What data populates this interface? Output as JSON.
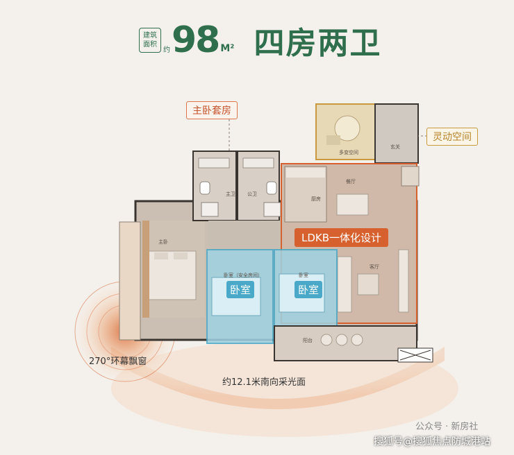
{
  "header": {
    "area_label_line1": "建筑",
    "area_label_line2": "面积",
    "area_approx": "约",
    "area_value": "98",
    "area_unit": "M²",
    "layout_title": "四房两卫"
  },
  "tags": {
    "master_suite": "主卧套房",
    "flexible_space": "灵动空间",
    "ldkb": "LDKB一体化设计",
    "bedroom_a": "卧室",
    "bedroom_b": "卧室",
    "bay_window": "270°环幕飘窗",
    "south_light": "约12.1米南向采光面"
  },
  "rooms": {
    "multi_space": "多变空间",
    "entrance": "玄关",
    "dining": "餐厅",
    "kitchen": "厨房",
    "master_bath": "主卫",
    "public_bath": "公卫",
    "master_bedroom": "主卧",
    "bedroom_safe": "卧室（安全房间）",
    "bedroom": "卧室",
    "living": "客厅",
    "balcony": "阳台"
  },
  "watermark": {
    "line1": "公众号 · 新房社",
    "line2": "搜狐号@搜狐焦点防城港站"
  },
  "colors": {
    "brand_green": "#2f6f4e",
    "accent_orange": "#d6612f",
    "accent_gold": "#c9993e",
    "accent_blue": "#4aa9c8"
  }
}
